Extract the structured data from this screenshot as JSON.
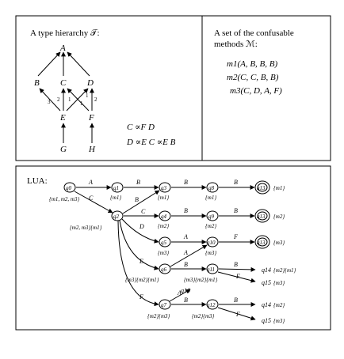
{
  "panels": {
    "hierarchy": {
      "title": "A type hierarchy 𝒯:",
      "types": [
        "A",
        "B",
        "C",
        "D",
        "E",
        "F",
        "G",
        "H"
      ],
      "edge_labels": [
        "3",
        "2",
        "1",
        "1",
        "1",
        "2"
      ],
      "relation_1": "C ∝F D",
      "relation_2": "D ∝E C ∝E B"
    },
    "methods": {
      "title_line1": "A set of the confusable",
      "title_line2": "methods ℳ:",
      "items": [
        "m1(A, B, B, B)",
        "m2(C, C, B, B)",
        "m3(C, D, A, F)"
      ]
    },
    "lua": {
      "title": "LUA:",
      "states": [
        "q0",
        "q1",
        "q2",
        "q3",
        "q4",
        "q5",
        "q6",
        "q7",
        "q8",
        "q9",
        "q10",
        "q11",
        "q12",
        "q13",
        "q14",
        "q15"
      ],
      "edge_symbols": [
        "A",
        "B",
        "C",
        "D",
        "E",
        "F"
      ],
      "sets": {
        "s_all": "{m1, m2, m3}",
        "s_m1": "{m1}",
        "s_m2": "{m2}",
        "s_m3": "{m3}",
        "s_m23m1": "{m2, m3}{m1}",
        "s_m3m2m1": "{m3}{m2}{m1}",
        "s_m2m3": "{m2}{m3}",
        "s_m2m1": "{m2}{m1}",
        "s_m3m2m1b": "{m3}{m2}{m1}"
      }
    }
  },
  "colors": {
    "line": "#000000",
    "background": "#ffffff"
  }
}
